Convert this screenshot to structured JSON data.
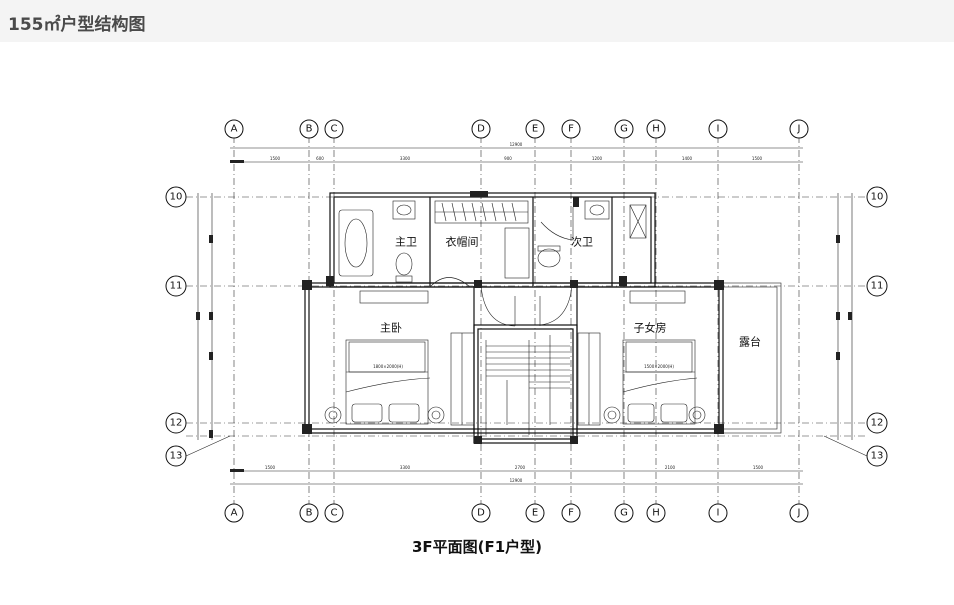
{
  "page": {
    "title": "155㎡户型结构图"
  },
  "plan": {
    "caption": "3F平面图(F1户型)",
    "col_axes": [
      "A",
      "B",
      "C",
      "D",
      "E",
      "F",
      "G",
      "H",
      "I",
      "J"
    ],
    "row_axes": [
      "10",
      "11",
      "12",
      "13"
    ],
    "rooms": {
      "master_bath": "主卫",
      "cloakroom": "衣帽间",
      "second_bath": "次卫",
      "master_bedroom": "主卧",
      "kids_room": "子女房",
      "terrace": "露台"
    },
    "bed_sizes": {
      "master": "1800×2000(H)",
      "kids": "1500×2000(H)"
    }
  }
}
